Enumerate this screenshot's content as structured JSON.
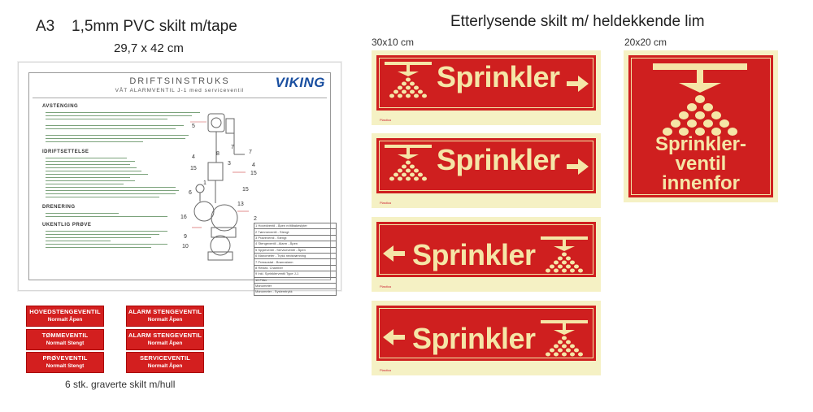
{
  "left_header": {
    "size_code": "A3",
    "title": "1,5mm PVC skilt m/tape",
    "dimensions": "29,7 x 42 cm"
  },
  "document": {
    "title": "DRIFTSINSTRUKS",
    "subtitle": "VÅT ALARMVENTIL J-1 med serviceventil",
    "logo": "VIKING",
    "sections": [
      "AVSTENGING",
      "IDRIFTSETTELSE",
      "DRENERING",
      "UKENTLIG PRØVE"
    ],
    "parts": [
      "1  Hovedventil - Åpen m/tilbakeslyter",
      "2  Tømmeventil - Stengt",
      "3  Prøveventil - Stengt",
      "4  Stengeventil - Alarm - Åpen",
      "5  Spyleventil - Serviceventil - Åpen",
      "6  Manometer - Trykk nedstrømning",
      "7  Pressostat - Brannalarm",
      "8  Retard. Chamber",
      "9  Inkl. Sprinklerventil Type J-1",
      "10 Filter",
      "   Manometer",
      "   Manometer - Systemtrykk"
    ],
    "callouts": [
      "5",
      "7",
      "8",
      "4",
      "15",
      "3",
      "1",
      "6",
      "2",
      "9",
      "10",
      "16",
      "7",
      "4",
      "15",
      "13",
      "15"
    ]
  },
  "engraved_signs": {
    "items": [
      {
        "title": "HOVEDSTENGEVENTIL",
        "status": "Normalt Åpen"
      },
      {
        "title": "ALARM STENGEVENTIL",
        "status": "Normalt Åpen"
      },
      {
        "title": "TØMMEVENTIL",
        "status": "Normalt Stengt"
      },
      {
        "title": "ALARM STENGEVENTIL",
        "status": "Normalt Åpen"
      },
      {
        "title": "PRØVEVENTIL",
        "status": "Normalt Stengt"
      },
      {
        "title": "SERVICEVENTIL",
        "status": "Normalt Åpen"
      }
    ],
    "caption": "6 stk. graverte skilt m/hull"
  },
  "right_header": {
    "title": "Etterlysende skilt m/ heldekkende lim",
    "size_rect": "30x10 cm",
    "size_square": "20x20 cm"
  },
  "signs": {
    "word": "Sprinkler",
    "square_line1": "Sprinkler-",
    "square_line2": "ventil",
    "square_line3": "innenfor",
    "brand": "Plastica"
  },
  "colors": {
    "sign_red": "#cf1f1f",
    "glow": "#f5e6a7",
    "tag_red": "#d31f1f",
    "logo_blue": "#1a4fa0"
  }
}
